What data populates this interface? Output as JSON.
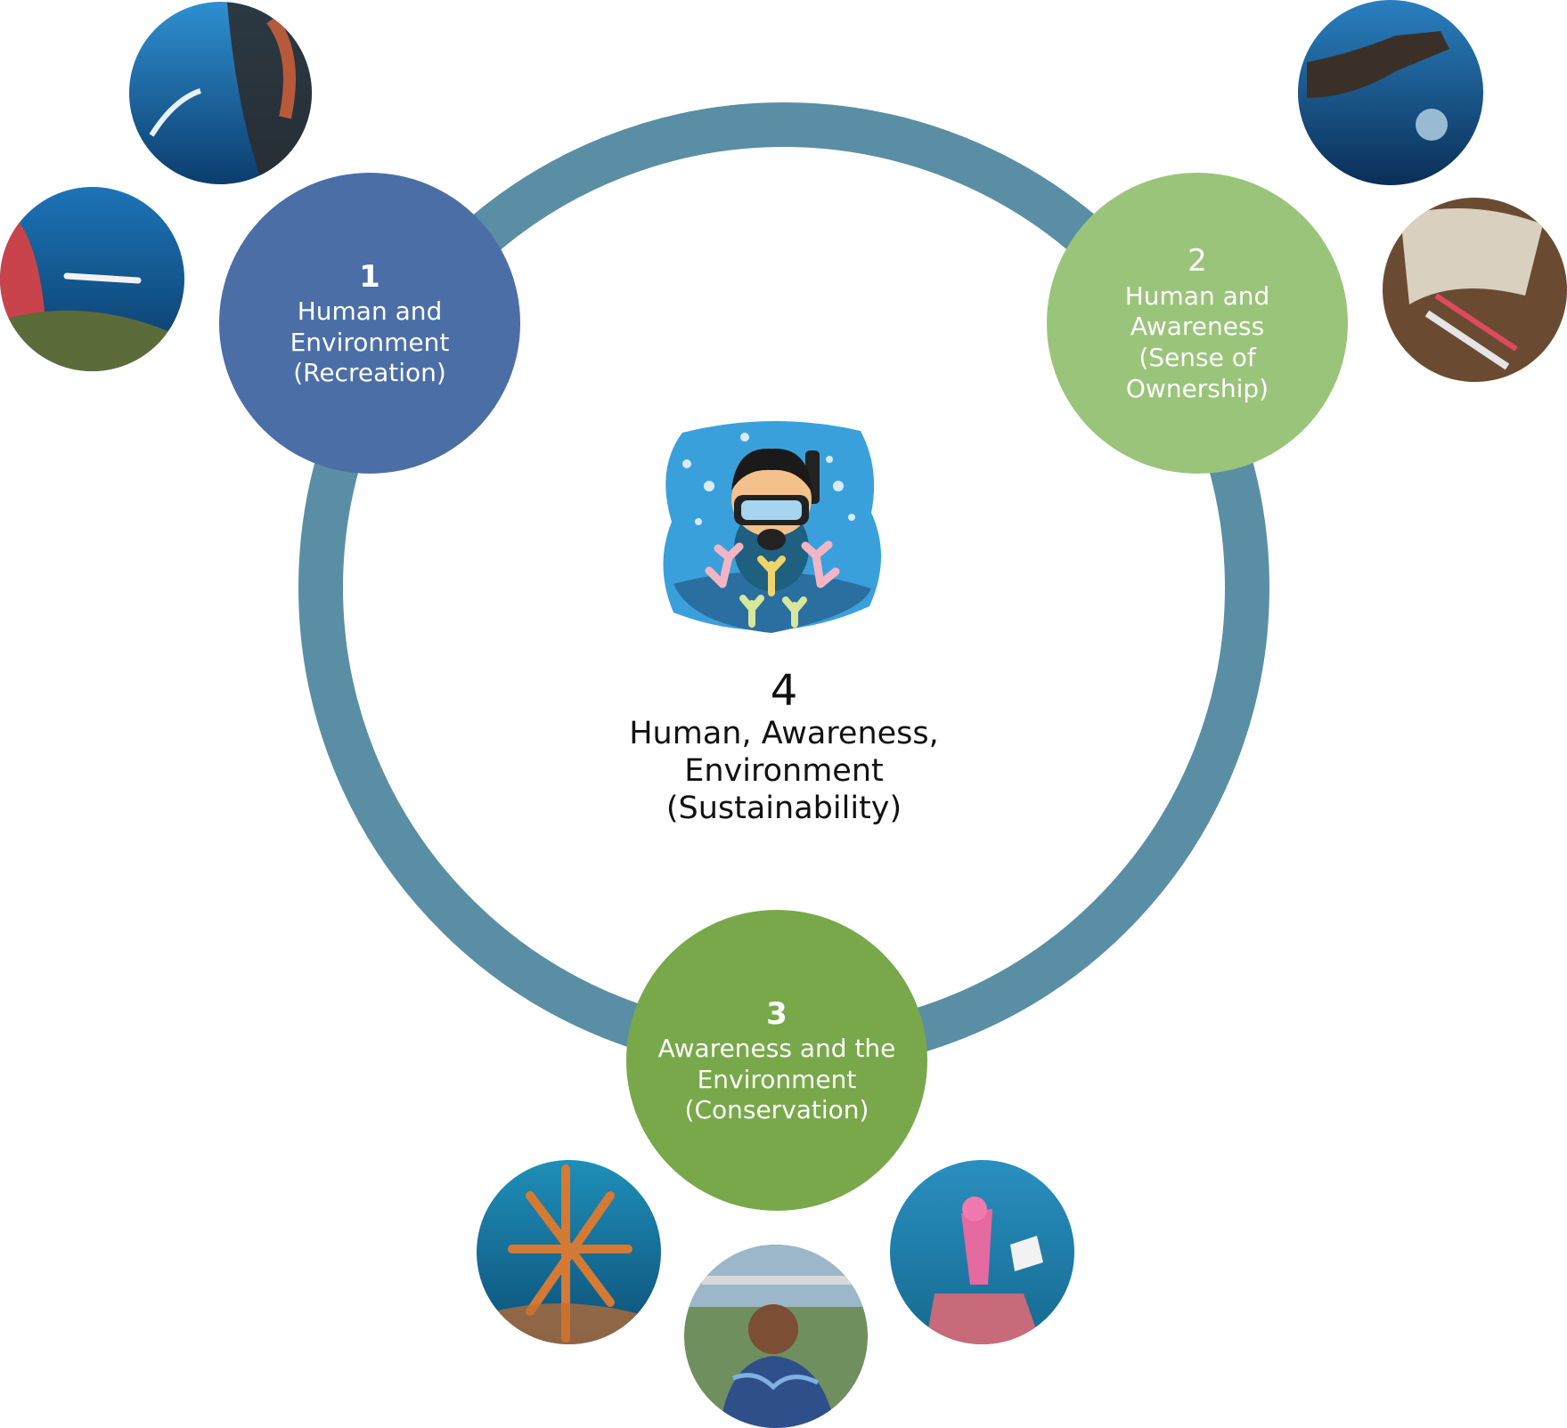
{
  "colors": {
    "ring": "#5a8ea5",
    "node_1": "#4b6ea6",
    "node_2": "#9bc47b",
    "node_3": "#78a84a",
    "text_dark": "#111111"
  },
  "nodes": [
    {
      "number": "1",
      "lines": [
        "Human and",
        "Environment",
        "(Recreation)"
      ]
    },
    {
      "number": "2",
      "lines": [
        "Human and",
        "Awareness",
        "(Sense of",
        "Ownership)"
      ]
    },
    {
      "number": "3",
      "lines": [
        "Awareness and the",
        "Environment",
        "(Conservation)"
      ]
    }
  ],
  "center": {
    "number": "4",
    "lines": [
      "Human, Awareness,",
      "Environment",
      "(Sustainability)"
    ]
  },
  "photos": [
    {
      "name": "photo-freediver-shipwreck"
    },
    {
      "name": "photo-freediver-sea-fan"
    },
    {
      "name": "photo-snorkeler-camera"
    },
    {
      "name": "photo-coral-fragment-work"
    },
    {
      "name": "photo-coral-frame-structure"
    },
    {
      "name": "photo-person-with-mask"
    },
    {
      "name": "photo-pink-coral-tag"
    }
  ],
  "illustration": {
    "name": "diver-coral-illustration"
  }
}
